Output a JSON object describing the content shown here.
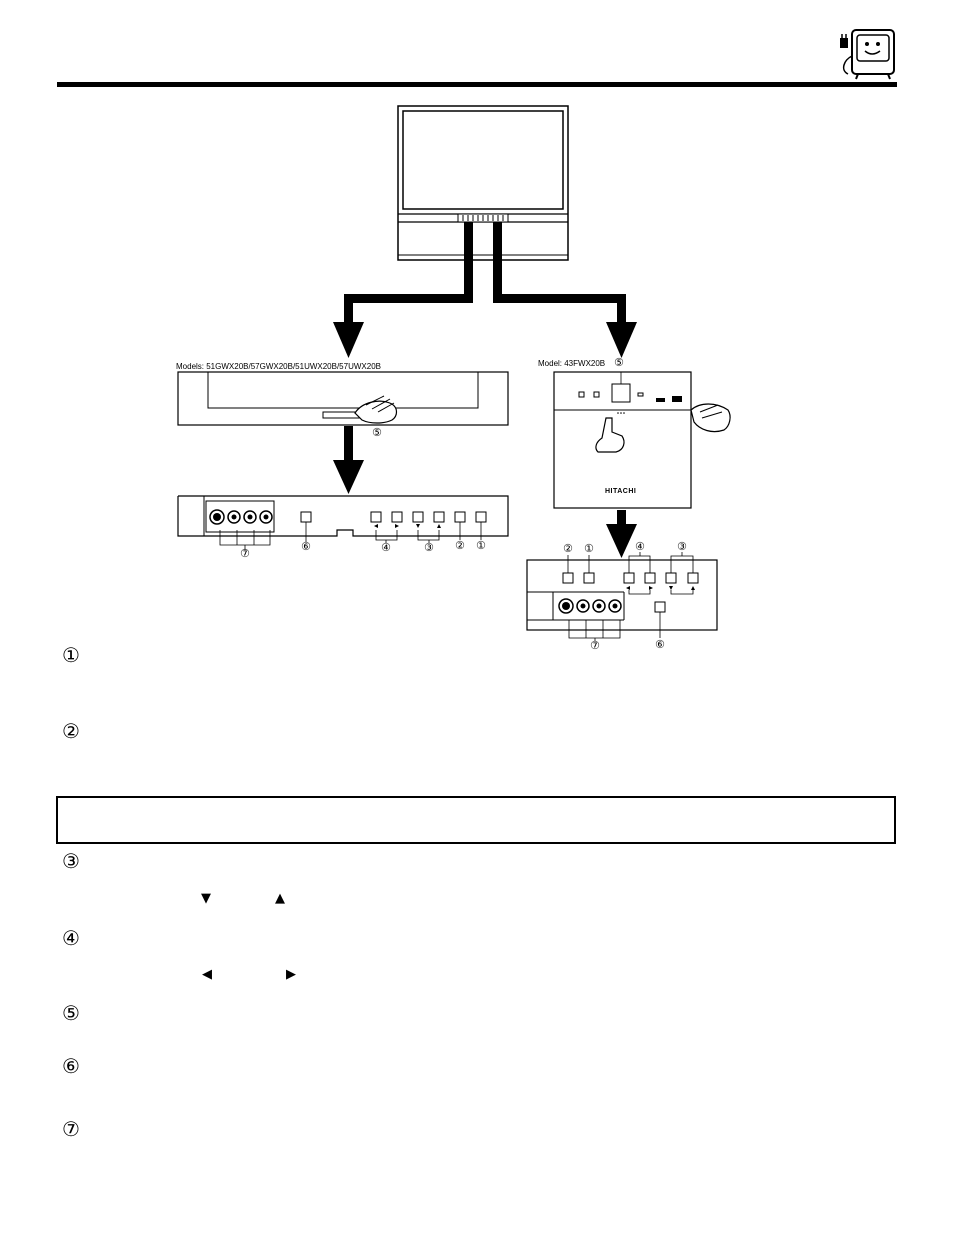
{
  "figure": {
    "models_label_left": "Models:  51GWX20B/57GWX20B/51UWX20B/57UWX20B",
    "model_label_right": "Model:  43FWX20B",
    "brand": "HITACHI",
    "callouts": {
      "c1": "①",
      "c2": "②",
      "c3": "③",
      "c4": "④",
      "c5": "⑤",
      "c6": "⑥",
      "c7": "⑦"
    }
  },
  "legend": {
    "items": [
      {
        "marker": "①"
      },
      {
        "marker": "②"
      },
      {
        "marker": "③",
        "arrows": [
          "▼",
          "▲"
        ]
      },
      {
        "marker": "④",
        "arrows": [
          "◀",
          "▶"
        ]
      },
      {
        "marker": "⑤"
      },
      {
        "marker": "⑥"
      },
      {
        "marker": "⑦"
      }
    ]
  }
}
